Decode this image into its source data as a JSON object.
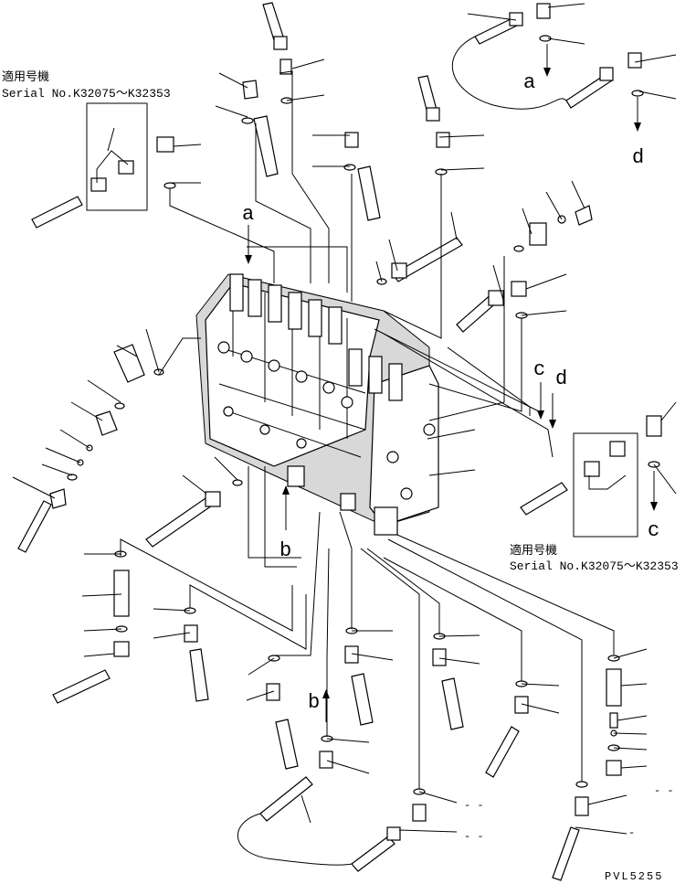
{
  "applicable_note_left": {
    "line1": "適用号機",
    "line2": "Serial No.K32075～K32353"
  },
  "applicable_note_right": {
    "line1": "適用号機",
    "line2": "Serial No.K32075～K32353"
  },
  "ref_letters": {
    "a_top": "a",
    "a_main": "a",
    "d_top": "d",
    "d_right": "d",
    "c_right": "c",
    "c_bottom": "c",
    "b_main": "b",
    "b_lower": "b"
  },
  "drawing_code": "PVL5255",
  "dash_marks": [
    "- -",
    "- -",
    "- -",
    "-"
  ]
}
